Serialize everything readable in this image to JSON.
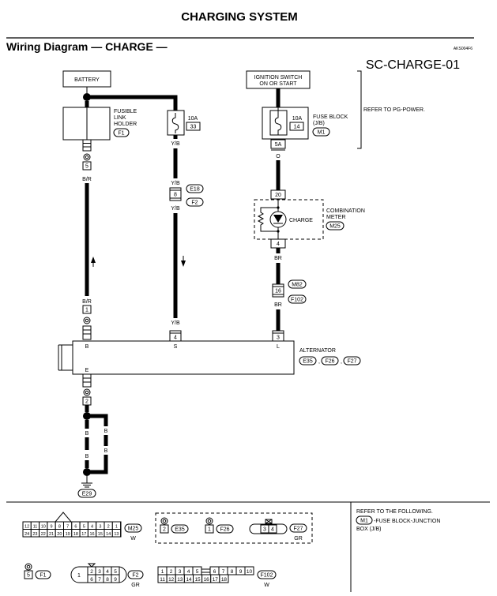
{
  "header": {
    "page_title": "CHARGING SYSTEM",
    "section_title": "Wiring Diagram — CHARGE —",
    "code": "AKS004F6",
    "diagram_id": "SC-CHARGE-01"
  },
  "battery": {
    "label": "BATTERY"
  },
  "fusible_link": {
    "line1": "FUSIBLE",
    "line2": "LINK",
    "line3": "HOLDER",
    "ref": "F1"
  },
  "fuse_10a_33": {
    "rating": "10A",
    "number": "33"
  },
  "ignition": {
    "line1": "IGNITION SWITCH",
    "line2": "ON OR START"
  },
  "fuse_block": {
    "rating": "10A",
    "number": "14",
    "line1": "FUSE BLOCK",
    "line2": "(J/B)",
    "ref": "M1",
    "terminal": "5A"
  },
  "refer_pg": "REFER TO PG-POWER.",
  "meter": {
    "line1": "COMBINATION",
    "line2": "METER",
    "ref": "M25",
    "charge": "CHARGE",
    "pin_top": "20",
    "pin_bot": "4"
  },
  "wires": {
    "br": "B/R",
    "yb": "Y/B",
    "o": "O",
    "brown": "BR",
    "b": "B"
  },
  "connectors": {
    "p5": "5",
    "p8": "8",
    "e18": "E18",
    "f2": "F2",
    "p16": "16",
    "m82": "M82",
    "f102": "F102",
    "p1": "1",
    "p2": "2",
    "e29": "E29"
  },
  "alternator": {
    "label": "ALTERNATOR",
    "pin_b": "B",
    "pin_s": "S",
    "pin_l": "L",
    "pin_e": "E",
    "pin_s_num": "4",
    "pin_l_num": "3",
    "ref1": "E35",
    "ref2": "F26",
    "ref3": "F27"
  },
  "footer": {
    "refer_line1": "REFER TO THE FOLLOWING.",
    "refer_ref": "M1",
    "refer_line2": "-FUSE BLOCK-JUNCTION",
    "refer_line3": "BOX (J/B)",
    "m25_row1": [
      "12",
      "11",
      "10",
      "9",
      "8",
      "7",
      "6",
      "5",
      "4",
      "3",
      "2",
      "1"
    ],
    "m25_row2": [
      "24",
      "23",
      "22",
      "21",
      "20",
      "19",
      "18",
      "17",
      "16",
      "15",
      "14",
      "13"
    ],
    "m25_ref": "M25",
    "m25_color": "W",
    "e35_pin": "2",
    "e35_ref": "E35",
    "f26_pin": "1",
    "f26_ref": "F26",
    "f27_pins": [
      "3",
      "4"
    ],
    "f27_ref": "F27",
    "f27_color": "GR",
    "f1_pin": "5",
    "f1_ref": "F1",
    "f2_p1": "1",
    "f2_row1": [
      "2",
      "3",
      "4",
      "5"
    ],
    "f2_row2": [
      "6",
      "7",
      "8",
      "9"
    ],
    "f2_ref": "F2",
    "f2_color": "GR",
    "f102_row1": [
      "1",
      "2",
      "3",
      "4",
      "5",
      "6",
      "7",
      "8",
      "9",
      "10"
    ],
    "f102_row2": [
      "11",
      "12",
      "13",
      "14",
      "15",
      "16",
      "17",
      "18"
    ],
    "f102_ref": "F102",
    "f102_color": "W"
  }
}
